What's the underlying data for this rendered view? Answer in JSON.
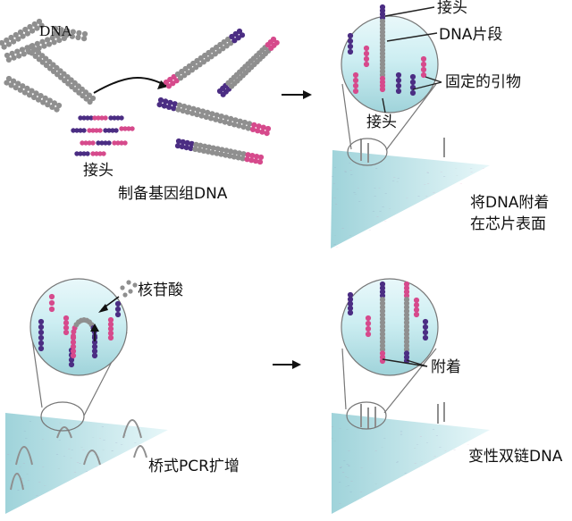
{
  "labels": {
    "dna": "DNA",
    "adapter_left": "接头",
    "prep_genomic_dna": "制备基因组DNA",
    "adapter_top": "接头",
    "dna_fragment": "DNA片段",
    "fixed_primer": "固定的引物",
    "adapter_bottom": "接头",
    "attach_dna_line1": "将DNA附着",
    "attach_dna_line2": "在芯片表面",
    "nucleotide": "核苷酸",
    "bridge_pcr": "桥式PCR扩增",
    "attach": "附着",
    "denature": "变性双链DNA"
  },
  "colors": {
    "gray_bead": "#8f8f8f",
    "purple_bead": "#4b2d83",
    "pink_bead": "#d64a8c",
    "surface": "#bfe6ea",
    "zoom_line": "#777777"
  }
}
